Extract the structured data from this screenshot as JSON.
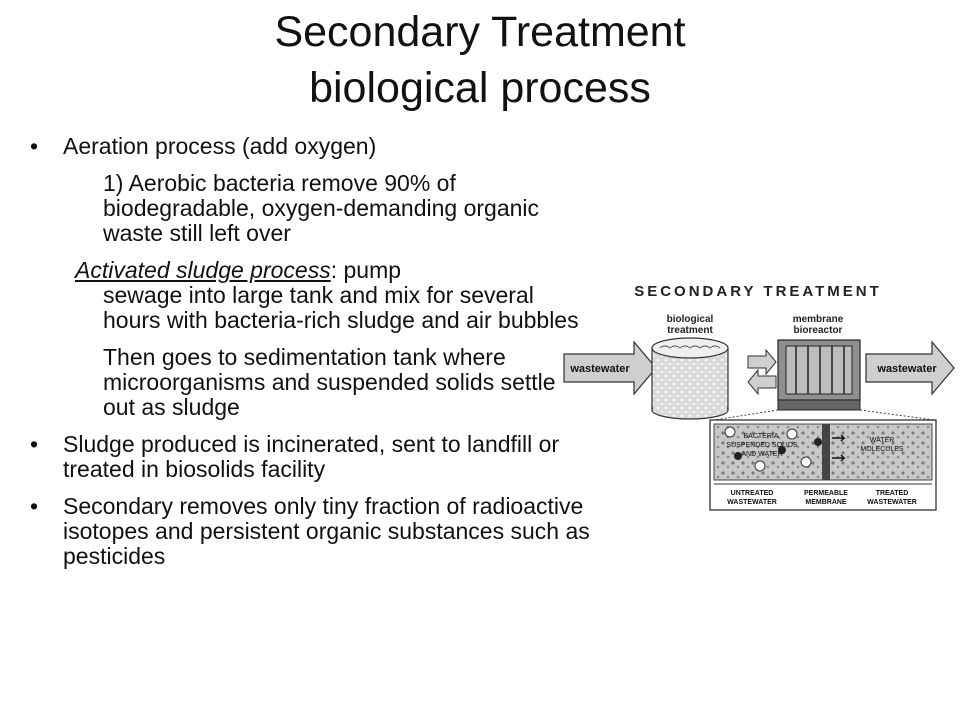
{
  "slide": {
    "title_line1": "Secondary Treatment",
    "title_line2": "biological process"
  },
  "bullets": {
    "aeration": "Aeration process (add oxygen)",
    "aerobic": "1) Aerobic bacteria remove 90% of biodegradable, oxygen-demanding organic waste still left over",
    "activated_lead": "Activated sludge process",
    "activated_colon": ": pump",
    "activated_rest": "sewage into large tank and mix for several hours with bacteria-rich sludge and air bubbles",
    "then": "Then goes to sedimentation tank where microorganisms and suspended solids settle out as sludge",
    "sludge": "Sludge produced is incinerated, sent to landfill or treated in biosolids facility",
    "secondary": "Secondary removes only tiny fraction of radioactive isotopes and persistent organic substances such as pesticides"
  },
  "diagram": {
    "heading": "SECONDARY TREATMENT",
    "bio_label_1": "biological",
    "bio_label_2": "treatment",
    "mem_label_1": "membrane",
    "mem_label_2": "bioreactor",
    "left_arrow": "wastewater",
    "right_arrow": "wastewater",
    "bacteria_1": "BACTERIA,",
    "bacteria_2": "SUSPENDED SOLIDS",
    "bacteria_3": "AND WATER",
    "water_1": "WATER",
    "water_2": "MOLECULES",
    "untreated_1": "UNTREATED",
    "untreated_2": "WASTEWATER",
    "permeable_1": "PERMEABLE",
    "permeable_2": "MEMBRANE",
    "treated_1": "TREATED",
    "treated_2": "WASTEWATER"
  }
}
